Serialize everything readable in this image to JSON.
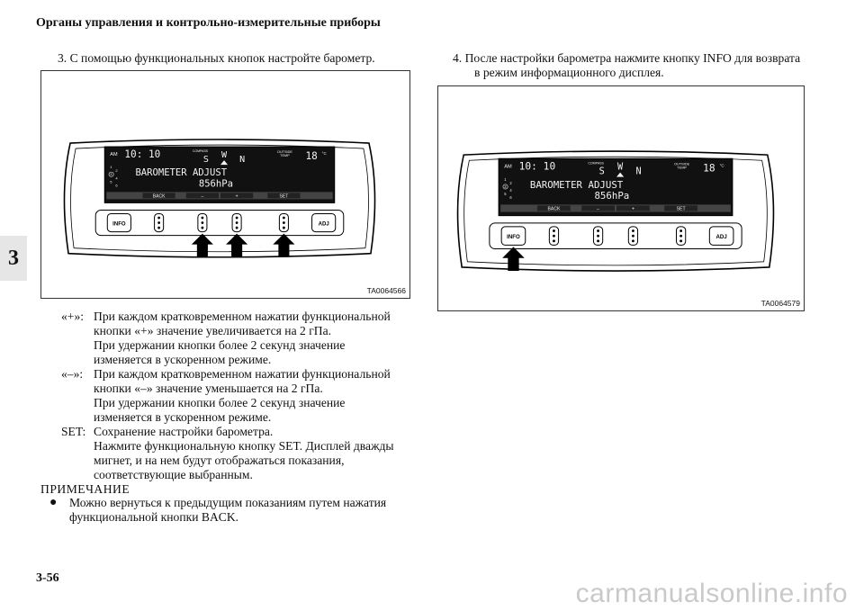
{
  "header": {
    "title": "Органы управления и контрольно-измерительные приборы"
  },
  "chapter_tab": "3",
  "page_number": "3-56",
  "step3": {
    "text": "3.  С помощью функциональных кнопок настройте барометр."
  },
  "step4": {
    "line1": "4.  После настройки барометра нажмите кнопку INFO для возврата",
    "line2": "в режим информационного дисплея."
  },
  "figure1": {
    "code": "TA0064566",
    "arrows": [
      "minus",
      "plus",
      "set"
    ]
  },
  "figure2": {
    "code": "TA0064579",
    "arrows": [
      "info"
    ]
  },
  "display": {
    "am": "AM",
    "time": "10: 10",
    "compass_label": "COMPASS",
    "compass_letters": [
      "S",
      "W",
      "N"
    ],
    "outside_temp_label_1": "OUTSIDE",
    "outside_temp_label_2": "TEMP",
    "temp_value": "18",
    "temp_unit": "°C",
    "menu_title": "BAROMETER ADJUST",
    "pressure": "856hPa",
    "gear_numbers": [
      "1",
      "2",
      "3",
      "4",
      "5",
      "6"
    ],
    "bar_labels": [
      "BACK",
      "–",
      "+",
      "SET"
    ],
    "buttons": [
      "INFO",
      "ADJ"
    ]
  },
  "definitions": [
    {
      "key": "«+»:",
      "lines": [
        "При каждом кратковременном нажатии функциональной",
        "кнопки «+» значение увеличивается на 2 гПа.",
        "При удержании кнопки более 2 секунд значение",
        "изменяется в ускоренном режиме."
      ]
    },
    {
      "key": "«–»:",
      "lines": [
        "При каждом кратковременном нажатии функциональной",
        "кнопки «–» значение уменьшается на 2 гПа.",
        "При удержании кнопки более 2 секунд значение",
        "изменяется в ускоренном режиме."
      ]
    },
    {
      "key": "SET:",
      "lines": [
        "Сохранение настройки барометра.",
        "Нажмите функциональную кнопку SET. Дисплей дважды",
        "мигнет, и на нем будут отображаться показания,",
        "соответствующие выбранным."
      ]
    }
  ],
  "note": {
    "title": "ПРИМЕЧАНИЕ",
    "bullet": "●",
    "lines": [
      "Можно вернуться к предыдущим показаниям путем нажатия",
      "функциональной кнопки BACK."
    ]
  },
  "watermark": "carmanualsonline.info"
}
